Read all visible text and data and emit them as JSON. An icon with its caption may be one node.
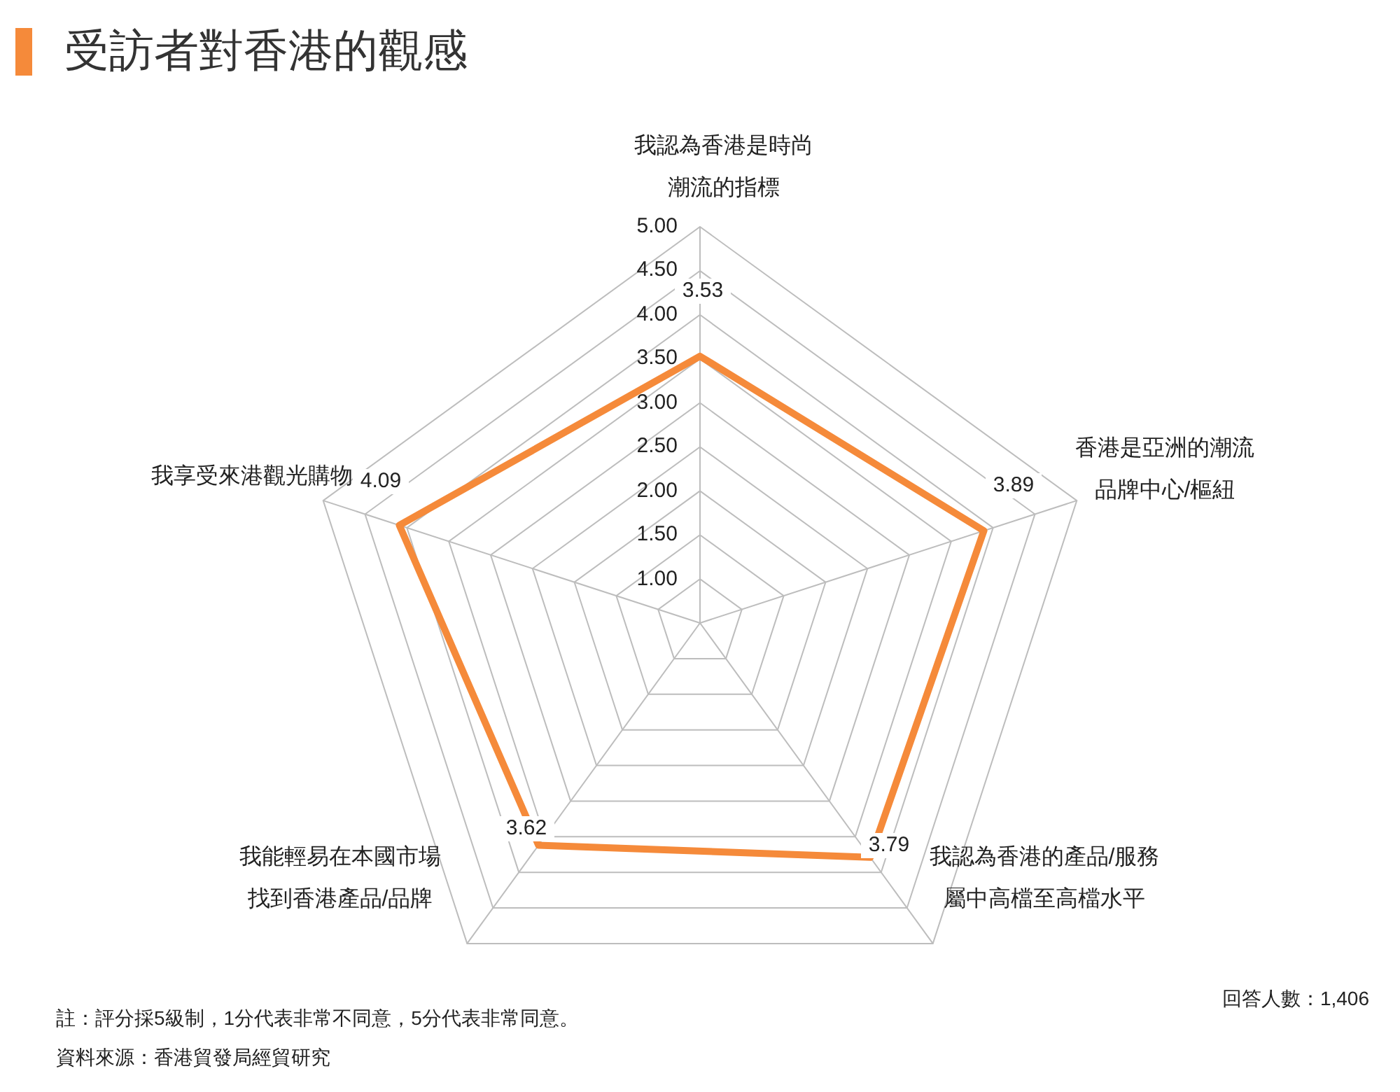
{
  "diagram": {
    "title": "受訪者對香港的觀感",
    "labels": [
      "我認為香港是時尚潮流的指標",
      "5.00",
      "4.50",
      "3.53",
      "4.00",
      "3.50",
      "3.00",
      "2.50",
      "香港是亞洲的潮流品牌中心/樞紐",
      "我享受來港觀光購物",
      "4.09",
      "3.89",
      "2.00",
      "1.50",
      "1.00",
      "3.62",
      "3.79",
      "我能輕易在本國市場找到香港產品/品牌",
      "我認為香港的產品/服務屬中高檔至高檔水平",
      "回答人數：1,406",
      "註：評分採5級制，1分代表非常不同意，5分代表非常同意。",
      "資料來源：香港貿發局經貿研究"
    ]
  }
}
